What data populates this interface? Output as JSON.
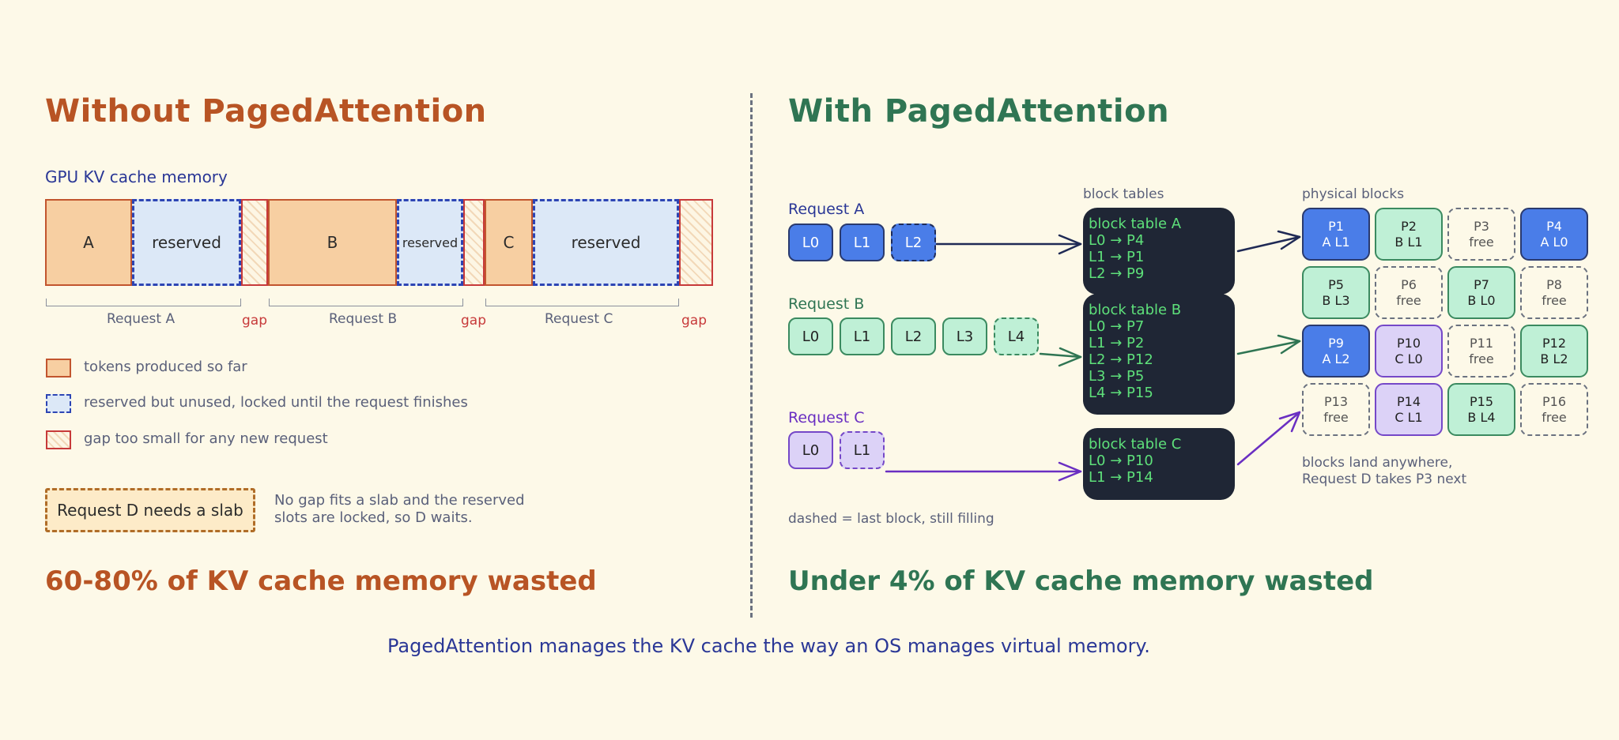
{
  "left": {
    "title": "Without PagedAttention",
    "mem_title": "GPU KV cache memory",
    "segments": {
      "a_tokens": "A",
      "a_reserved": "reserved",
      "b_tokens": "B",
      "b_reserved": "reserved",
      "c_tokens": "C",
      "c_reserved": "reserved"
    },
    "labels": {
      "request_a": "Request A",
      "request_b": "Request B",
      "request_c": "Request C",
      "gap": "gap"
    },
    "legend": [
      "tokens produced so far",
      "reserved but unused, locked until the request finishes",
      "gap too small for any new request"
    ],
    "request_d": "Request D needs a slab",
    "note_line1": "No gap fits a slab and the reserved",
    "note_line2": "slots are locked, so D waits.",
    "waste": "60-80% of KV cache memory wasted"
  },
  "right": {
    "title": "With PagedAttention",
    "block_tables_label": "block tables",
    "physical_blocks_label": "physical blocks",
    "request_a": {
      "label": "Request A",
      "tokens": [
        "L0",
        "L1",
        "L2"
      ]
    },
    "request_b": {
      "label": "Request B",
      "tokens": [
        "L0",
        "L1",
        "L2",
        "L3",
        "L4"
      ]
    },
    "request_c": {
      "label": "Request C",
      "tokens": [
        "L0",
        "L1"
      ]
    },
    "table_a": [
      "block table A",
      "L0 → P4",
      "L1 → P1",
      "L2 → P9"
    ],
    "table_b": [
      "block table B",
      "L0 → P7",
      "L1 → P2",
      "L2 → P12",
      "L3 → P5",
      "L4 → P15"
    ],
    "table_c": [
      "block table C",
      "L0 → P10",
      "L1 → P14"
    ],
    "blocks": [
      {
        "id": "P1",
        "owner": "A L1",
        "kind": "A"
      },
      {
        "id": "P2",
        "owner": "B L1",
        "kind": "B"
      },
      {
        "id": "P3",
        "owner": "free",
        "kind": "F"
      },
      {
        "id": "P4",
        "owner": "A L0",
        "kind": "A"
      },
      {
        "id": "P5",
        "owner": "B L3",
        "kind": "B"
      },
      {
        "id": "P6",
        "owner": "free",
        "kind": "F"
      },
      {
        "id": "P7",
        "owner": "B L0",
        "kind": "B"
      },
      {
        "id": "P8",
        "owner": "free",
        "kind": "F"
      },
      {
        "id": "P9",
        "owner": "A L2",
        "kind": "A"
      },
      {
        "id": "P10",
        "owner": "C L0",
        "kind": "C"
      },
      {
        "id": "P11",
        "owner": "free",
        "kind": "F"
      },
      {
        "id": "P12",
        "owner": "B L2",
        "kind": "B"
      },
      {
        "id": "P13",
        "owner": "free",
        "kind": "F"
      },
      {
        "id": "P14",
        "owner": "C L1",
        "kind": "C"
      },
      {
        "id": "P15",
        "owner": "B L4",
        "kind": "B"
      },
      {
        "id": "P16",
        "owner": "free",
        "kind": "F"
      }
    ],
    "blocks_note_line1": "blocks land anywhere,",
    "blocks_note_line2": "Request D takes P3 next",
    "dashed_note": "dashed = last block, still filling",
    "waste": "Under 4% of KV cache memory wasted"
  },
  "footer": "PagedAttention manages the KV cache the way an OS manages virtual memory."
}
